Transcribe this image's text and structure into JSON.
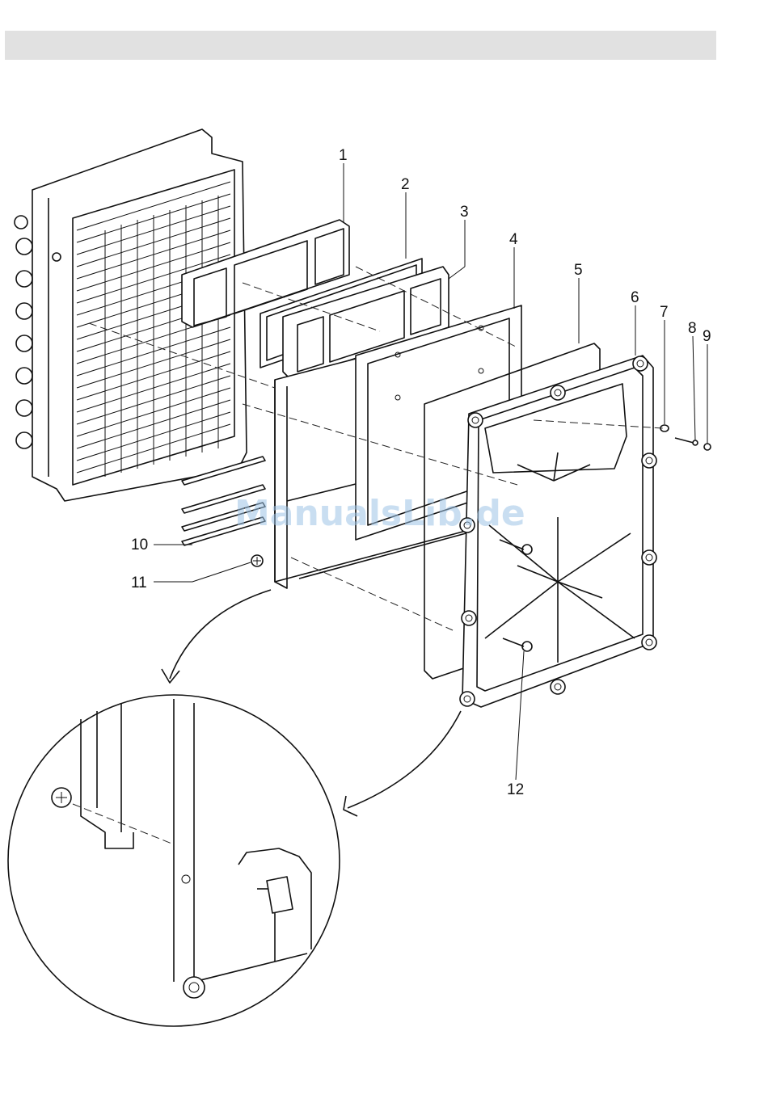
{
  "diagram": {
    "callouts": [
      {
        "id": "1",
        "text": "1"
      },
      {
        "id": "2",
        "text": "2"
      },
      {
        "id": "3",
        "text": "3"
      },
      {
        "id": "4",
        "text": "4"
      },
      {
        "id": "5",
        "text": "5"
      },
      {
        "id": "6",
        "text": "6"
      },
      {
        "id": "7",
        "text": "7"
      },
      {
        "id": "8",
        "text": "8"
      },
      {
        "id": "9",
        "text": "9"
      },
      {
        "id": "10",
        "text": "10"
      },
      {
        "id": "11",
        "text": "11"
      },
      {
        "id": "12",
        "text": "12"
      }
    ],
    "watermark": "ManualsLib.de"
  },
  "colors": {
    "header_bar": "#e1e1e1",
    "line": "#111111",
    "watermark": "#9cc3e6"
  }
}
